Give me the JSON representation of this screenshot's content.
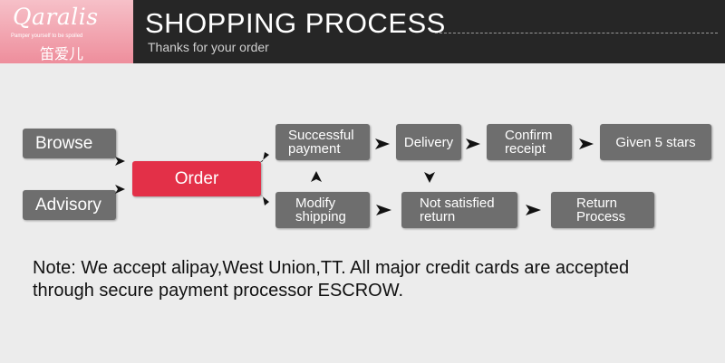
{
  "header": {
    "logo_script": "Qaralis",
    "logo_tagline": "Pamper yourself to be spoiled",
    "logo_cn": "笛爱儿",
    "title": "SHOPPING PROCESS",
    "subtitle": "Thanks for your order"
  },
  "flow": {
    "browse": "Browse",
    "advisory": "Advisory",
    "order": "Order",
    "successful_payment": [
      "Successful",
      "payment"
    ],
    "delivery": "Delivery",
    "confirm_receipt": [
      "Confirm",
      "receipt"
    ],
    "given_5_stars": "Given 5 stars",
    "modify_shipping": [
      "Modify",
      "shipping"
    ],
    "not_satisfied_return": [
      "Not satisfied",
      "return"
    ],
    "return_process": [
      "Return",
      "Process"
    ]
  },
  "note": {
    "line1": "Note: We accept alipay,West Union,TT. All major credit cards are accepted",
    "line2": "through secure payment processor ESCROW."
  },
  "colors": {
    "header_bg": "#262626",
    "logo_pink": "#ee8e9c",
    "box_gray": "#6e6e6e",
    "order_red": "#e33048",
    "background": "#ececec"
  }
}
